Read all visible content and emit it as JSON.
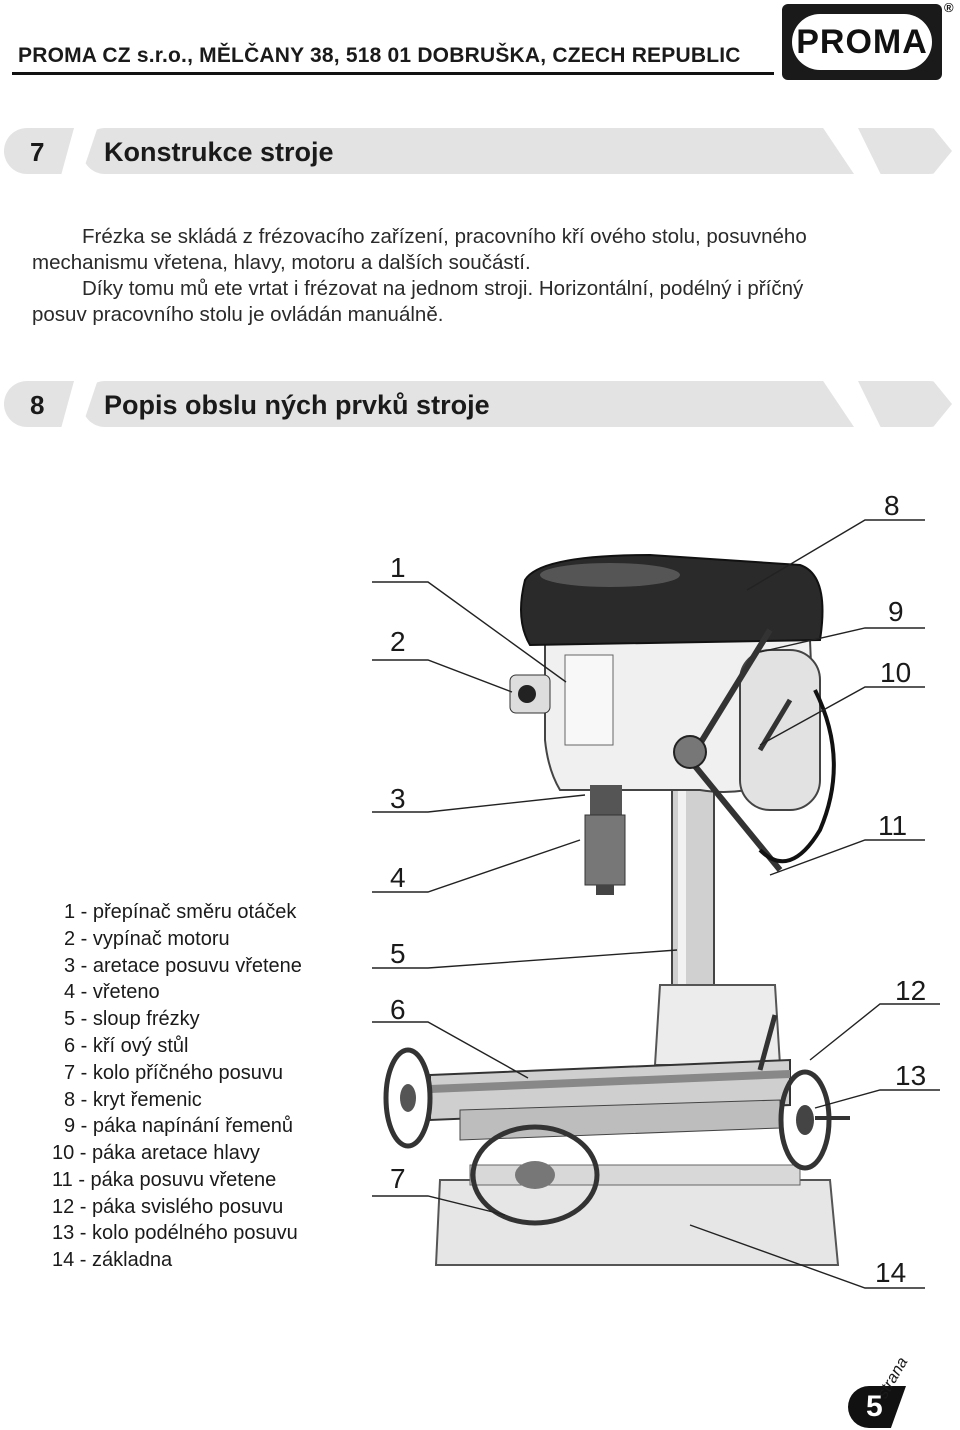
{
  "header": {
    "company_line": "PROMA CZ s.r.o., MĚLČANY 38, 518 01 DOBRUŠKA, CZECH REPUBLIC",
    "logo_text": "PROMA",
    "registered_mark": "®"
  },
  "section7": {
    "number": "7",
    "title": "Konstrukce stroje",
    "paragraph_lines": [
      "Frézka se skládá z frézovacího zařízení, pracovního kří  ového stolu, posuvného",
      "mechanismu vřetena, hlavy,  motoru a dalších součástí.",
      "Díky tomu mů  ete vrtat i frézovat na jednom stroji. Horizontální, podélný i příčný",
      "posuv pracovního stolu je ovládán manuálně."
    ]
  },
  "section8": {
    "number": "8",
    "title": "Popis obslu  ných prvků stroje"
  },
  "legend": [
    "1 - přepínač směru otáček",
    "2 - vypínač motoru",
    "3 - aretace posuvu vřetene",
    "4 - vřeteno",
    "5 - sloup frézky",
    "6 - kří  ový stůl",
    "7 - kolo příčného posuvu",
    "8 - kryt řemenic",
    "9 - páka napínání řemenů",
    "10 - páka aretace hlavy",
    "11 - páka posuvu vřetene",
    "12 - páka svislého posuvu",
    "13 - kolo podélného posuvu",
    "14 - základna"
  ],
  "callouts": [
    "1",
    "2",
    "3",
    "4",
    "5",
    "6",
    "7",
    "8",
    "9",
    "10",
    "11",
    "12",
    "13",
    "14"
  ],
  "footer": {
    "page_number": "5",
    "page_word": "strana"
  }
}
